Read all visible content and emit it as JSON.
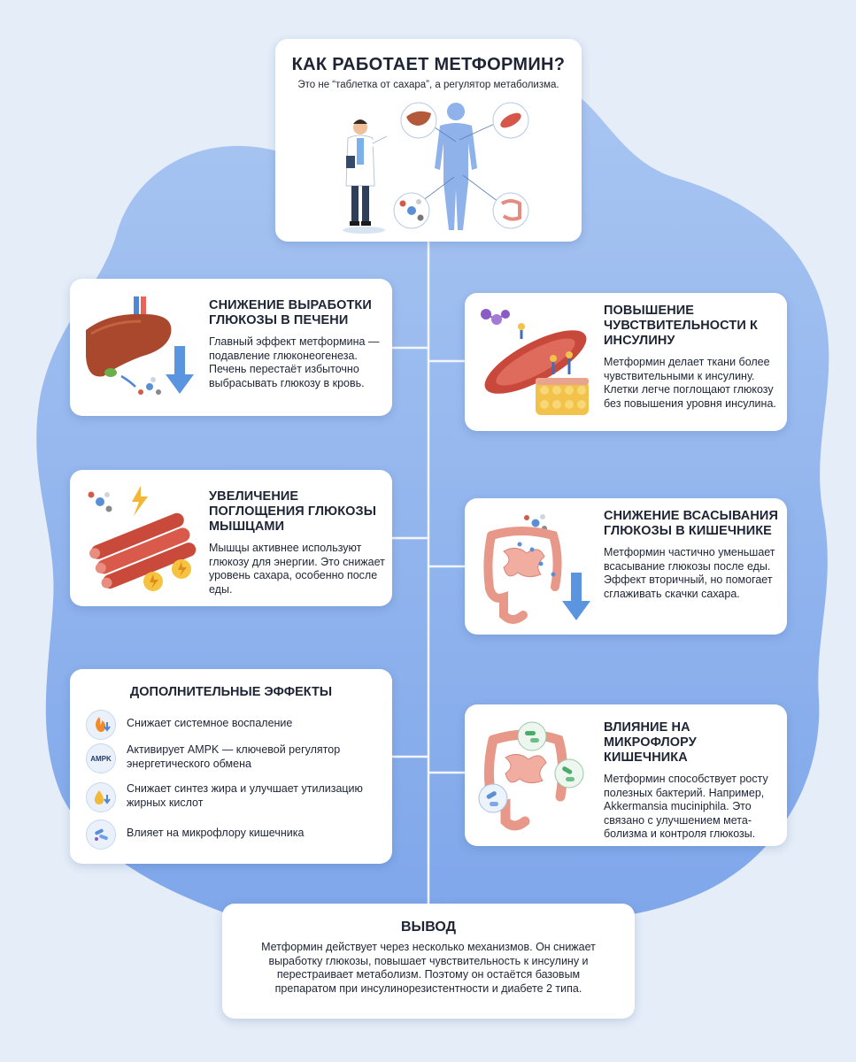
{
  "header": {
    "title": "КАК РАБОТАЕТ МЕТФОРМИН?",
    "subtitle": "Это не “таблетка от сахара”, а регулятор метаболизма."
  },
  "cards": {
    "liver": {
      "title": "СНИЖЕНИЕ ВЫРАБОТКИ ГЛЮКОЗЫ В ПЕЧЕНИ",
      "text": "Главный эффект метформина — подавление глюконеогенеза. Печень перестаёт избыточно выбрасывать глюкозу в кровь."
    },
    "insulin": {
      "title": "ПОВЫШЕНИЕ ЧУВСТВИТЕЛЬНОСТИ К ИНСУЛИНУ",
      "text": "Метформин делает ткани более чувствительными к инсулину. Клетки легче поглощают глюкозу без повышения уровня инсулина."
    },
    "muscle": {
      "title": "УВЕЛИЧЕНИЕ ПОГЛОЩЕНИЯ ГЛЮКОЗЫ МЫШЦАМИ",
      "text": "Мышцы активнее используют глюкозу для энергии. Это снижает уровень сахара, особенно после еды."
    },
    "intestine": {
      "title": "СНИЖЕНИЕ ВСАСЫВАНИЯ ГЛЮКОЗЫ В КИШЕЧНИКЕ",
      "text": "Метформин частично уменьшает всасывание глюкозы после еды. Эффект вторичный, но помогает сглаживать скачки сахара."
    },
    "microflora": {
      "title": "ВЛИЯНИЕ НА МИКРОФЛОРУ КИШЕЧНИКА",
      "text": "Метформин способствует росту полезных бактерий. Например, Akkermansia muciniphila. Это связано с улучшением мета-болизма и контроля глюкозы."
    }
  },
  "extra": {
    "title": "ДОПОЛНИТЕЛЬНЫЕ ЭФФЕКТЫ",
    "items": [
      {
        "icon": "flame-down-icon",
        "text": "Снижает системное воспаление"
      },
      {
        "icon": "ampk-icon",
        "icon_label": "AMPK",
        "text": "Активирует AMPK — ключевой регулятор энергетического обмена"
      },
      {
        "icon": "fat-drop-down-icon",
        "text": "Снижает синтез жира и улучшает утилизацию жирных кислот"
      },
      {
        "icon": "bacteria-icon",
        "text": "Влияет на микрофлору кишечника"
      }
    ]
  },
  "conclusion": {
    "title": "ВЫВОД",
    "text": "Метформин действует через несколько механизмов. Он снижает выработку глюкозы, повышает чувствительность к инсулину и перестраивает метаболизм. Поэтому он остаётся базовым препаратом при инсулинорезистентности и диабете 2 типа."
  },
  "colors": {
    "background": "#e4edf8",
    "blob": "#8fb5ee",
    "connector": "#f3f7fd",
    "arrow": "#4f86d6"
  }
}
